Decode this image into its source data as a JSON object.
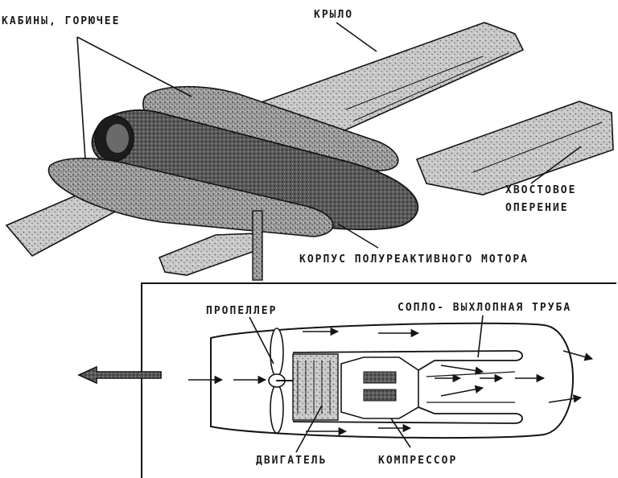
{
  "labels": {
    "cabins_fuel": "КАБИНЫ, ГОРЮЧЕЕ",
    "wing": "КРЫЛО",
    "tail_line1": "ХВОСТОВОЕ",
    "tail_line2": "ОПЕРЕНИЕ",
    "motor_body": "КОРПУС ПОЛУРЕАКТИВНОГО МОТОРА",
    "propeller": "ПРОПЕЛЛЕР",
    "nozzle_pipe": "СОПЛО- ВЫХЛОПНАЯ ТРУБА",
    "engine": "ДВИГАТЕЛЬ",
    "compressor": "КОМПРЕССОР"
  },
  "colors": {
    "ink": "#141414",
    "shade": "#8a8a8a",
    "dark_shade": "#4a4a4a",
    "paper": "#ffffff"
  }
}
